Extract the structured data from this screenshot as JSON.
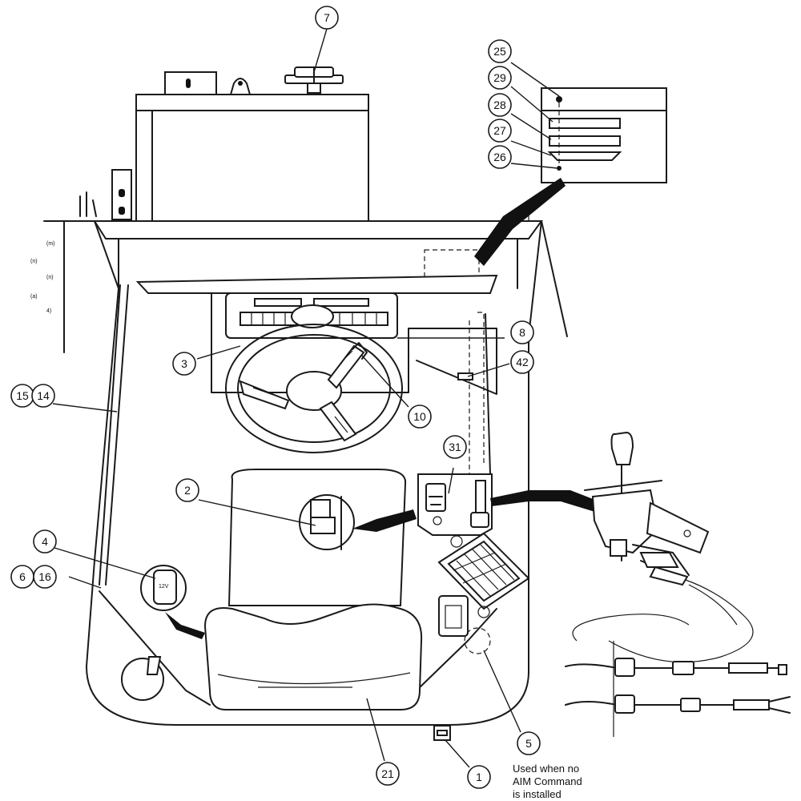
{
  "callouts": [
    {
      "id": "c7",
      "label": "7"
    },
    {
      "id": "c25",
      "label": "25"
    },
    {
      "id": "c29",
      "label": "29"
    },
    {
      "id": "c28",
      "label": "28"
    },
    {
      "id": "c27",
      "label": "27"
    },
    {
      "id": "c26",
      "label": "26"
    },
    {
      "id": "c8",
      "label": "8"
    },
    {
      "id": "c42",
      "label": "42"
    },
    {
      "id": "c3",
      "label": "3"
    },
    {
      "id": "c15",
      "label": "15"
    },
    {
      "id": "c14",
      "label": "14"
    },
    {
      "id": "c10",
      "label": "10"
    },
    {
      "id": "c31",
      "label": "31"
    },
    {
      "id": "c2",
      "label": "2"
    },
    {
      "id": "c4",
      "label": "4"
    },
    {
      "id": "c6",
      "label": "6"
    },
    {
      "id": "c16",
      "label": "16"
    },
    {
      "id": "c5",
      "label": "5"
    },
    {
      "id": "c21",
      "label": "21"
    },
    {
      "id": "c1",
      "label": "1"
    }
  ],
  "note": {
    "line1": "Used when no",
    "line2": "AIM Command",
    "line3": "is installed"
  },
  "outlet_label": "12V"
}
